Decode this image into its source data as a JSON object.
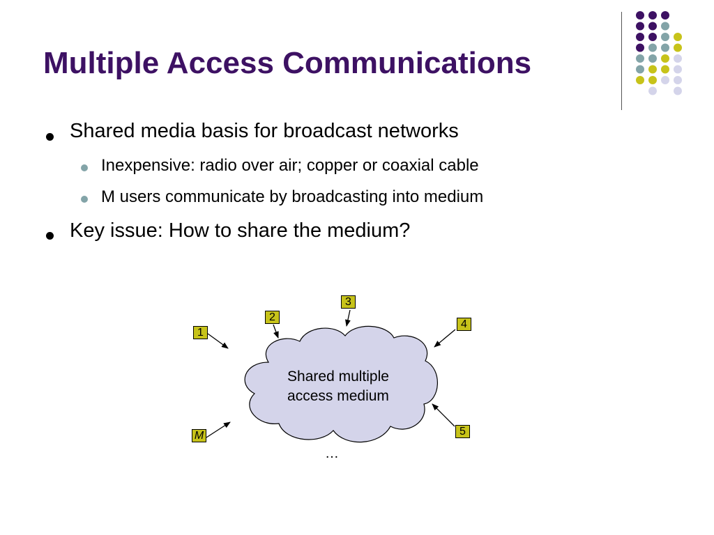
{
  "slide": {
    "title": "Multiple Access Communications",
    "bullets": [
      {
        "level": 1,
        "text": "Shared media basis for broadcast networks"
      },
      {
        "level": 2,
        "text": "Inexpensive:  radio over air; copper or coaxial cable"
      },
      {
        "level": 2,
        "text": "M users communicate by broadcasting into medium"
      },
      {
        "level": 1,
        "text": "Key issue:  How to share the medium?"
      }
    ],
    "diagram": {
      "cloud_label": "Shared multiple access medium",
      "cloud_label_line1": "Shared multiple",
      "cloud_label_line2": "access medium",
      "nodes": [
        "1",
        "2",
        "3",
        "4",
        "5",
        "M"
      ],
      "ellipsis": "…"
    },
    "colors": {
      "title": "#3d1163",
      "node_fill": "#c7c31a",
      "cloud_fill": "#d4d4ea",
      "bullet_sub": "#83a4a8",
      "dot_purple": "#3d1163",
      "dot_teal": "#83a4a8",
      "dot_yellow": "#c7c31a",
      "dot_lavender": "#d4d4ea"
    }
  }
}
